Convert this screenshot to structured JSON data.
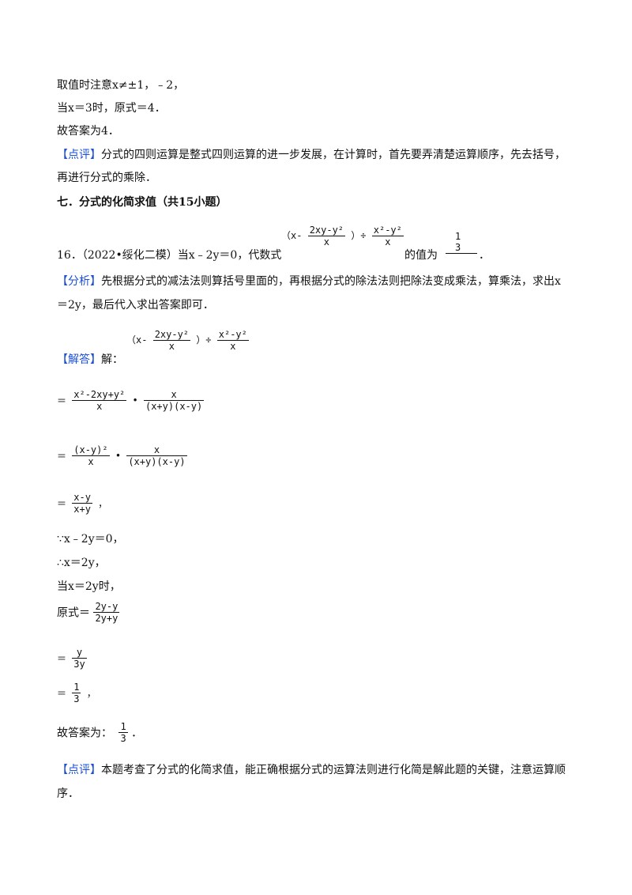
{
  "lines": {
    "l1": "取值时注意x≠±1，﹣2，",
    "l2": "当x＝3时，原式＝4．",
    "l3": "故答案为4．",
    "comment1_tag": "【点评】",
    "comment1_a": "分式的四则运算是整式四则运算的进一步发展，在计算时，首先要弄清楚运算顺序，先去括号，",
    "comment1_b": "再进行分式的乘除．",
    "section": "七．分式的化简求值（共15小题）",
    "q_prefix": "16．（2022•绥化二模）当x﹣2y＝0，代数式",
    "q_suffix": "的值为",
    "q_end": "．",
    "analysis_tag": "【分析】",
    "analysis_a": "先根据分式的减法法则算括号里面的，再根据分式的除法法则把除法变成乘法，算乘法，求出x",
    "analysis_b": "＝2y，最后代入求出答案即可．",
    "answer_tag": "【解答】",
    "answer_label": "解：",
    "because": "∵x﹣2y＝0，",
    "therefore": "∴x＝2y，",
    "when": "当x＝2y时，",
    "yuanshi": "原式＝",
    "final": "故答案为：",
    "comment2_tag": "【点评】",
    "comment2_a": "本题考查了分式的化简求值，能正确根据分式的运算法则进行化简是解此题的关键，注意运算顺",
    "comment2_b": "序．"
  },
  "math": {
    "expr_lparen": "（x-",
    "expr_num1": "2xy-y²",
    "expr_den1": "x",
    "expr_rparen": "）÷",
    "expr_num2": "x²-y²",
    "expr_den2": "x",
    "ans_num": "1",
    "ans_den": "3",
    "s1_num": "x²-2xy+y²",
    "s1_den": "x",
    "s1_dot": "•",
    "s1_num2": "x",
    "s1_den2": "(x+y)(x-y)",
    "s2_num": "(x-y)²",
    "s2_den": "x",
    "s2_num2": "x",
    "s2_den2": "(x+y)(x-y)",
    "s3_num": "x-y",
    "s3_den": "x+y",
    "s3_tail": "，",
    "s4_num": "2y-y",
    "s4_den": "2y+y",
    "s5_num": "y",
    "s5_den": "3y",
    "s6_num": "1",
    "s6_den": "3",
    "s6_tail": "，",
    "eq": "＝"
  }
}
